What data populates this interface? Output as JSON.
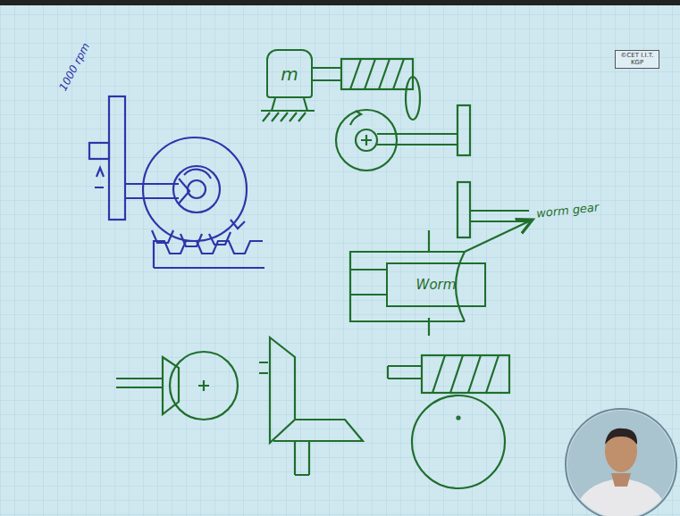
{
  "diagram": {
    "nodes": [
      {
        "text": [
          "©CET I.I.T. KGP"
        ]
      },
      {
        "text": [
          "m"
        ]
      },
      {
        "text": [
          "Worm"
        ]
      }
    ],
    "labels": [
      "1000 rpm",
      "worm gear"
    ]
  }
}
